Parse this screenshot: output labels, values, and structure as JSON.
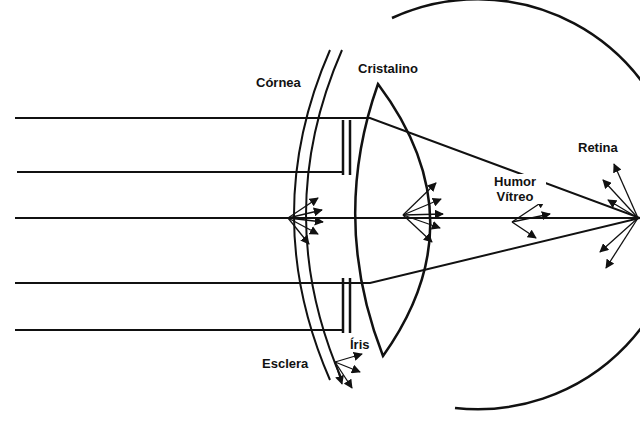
{
  "diagram": {
    "labels": [
      "Córnea",
      "Cristalino",
      "Retina",
      "Humor Vítreo",
      "Íris",
      "Esclera"
    ]
  }
}
